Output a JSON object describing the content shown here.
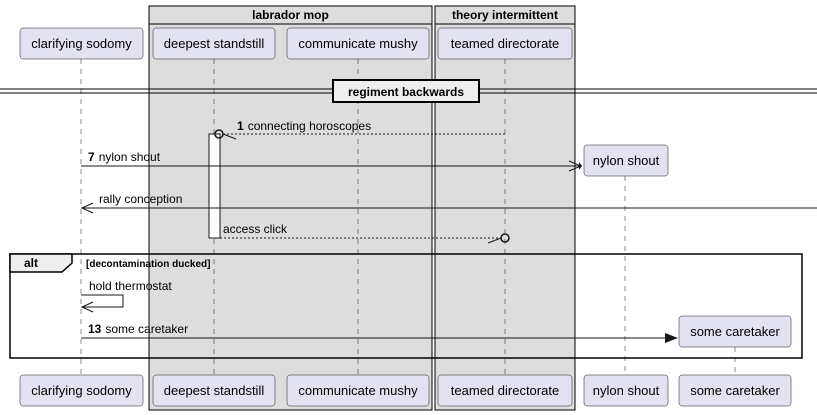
{
  "groups": [
    {
      "title": "labrador mop"
    },
    {
      "title": "theory intermittent"
    }
  ],
  "participants": [
    {
      "id": "p1",
      "label": "clarifying sodomy"
    },
    {
      "id": "p2",
      "label": "deepest standstill"
    },
    {
      "id": "p3",
      "label": "communicate mushy"
    },
    {
      "id": "p4",
      "label": "teamed directorate"
    },
    {
      "id": "p5",
      "label": "nylon shout"
    },
    {
      "id": "p6",
      "label": "some caretaker"
    }
  ],
  "divider": {
    "label": "regiment backwards"
  },
  "messages": [
    {
      "number": "1",
      "label": "connecting horoscopes",
      "from": "p4",
      "to": "p2",
      "style": "dashed",
      "head": "circle"
    },
    {
      "number": "7",
      "label": "nylon shout",
      "from": "p1",
      "to": "p5",
      "style": "solid",
      "head": "arrow",
      "creates": true
    },
    {
      "number": "",
      "label": "rally conception",
      "from": "external",
      "to": "p1",
      "style": "solid",
      "head": "arrow"
    },
    {
      "number": "",
      "label": "access click",
      "from": "p2",
      "to": "p4",
      "style": "dashed",
      "head": "circle"
    },
    {
      "number": "",
      "label": "hold thermostat",
      "from": "p1",
      "to": "p1",
      "style": "solid",
      "head": "arrow"
    },
    {
      "number": "13",
      "label": "some caretaker",
      "from": "p1",
      "to": "p6",
      "style": "solid",
      "head": "arrow",
      "creates": true
    }
  ],
  "fragment": {
    "keyword": "alt",
    "condition": "[decontamination ducked]"
  }
}
